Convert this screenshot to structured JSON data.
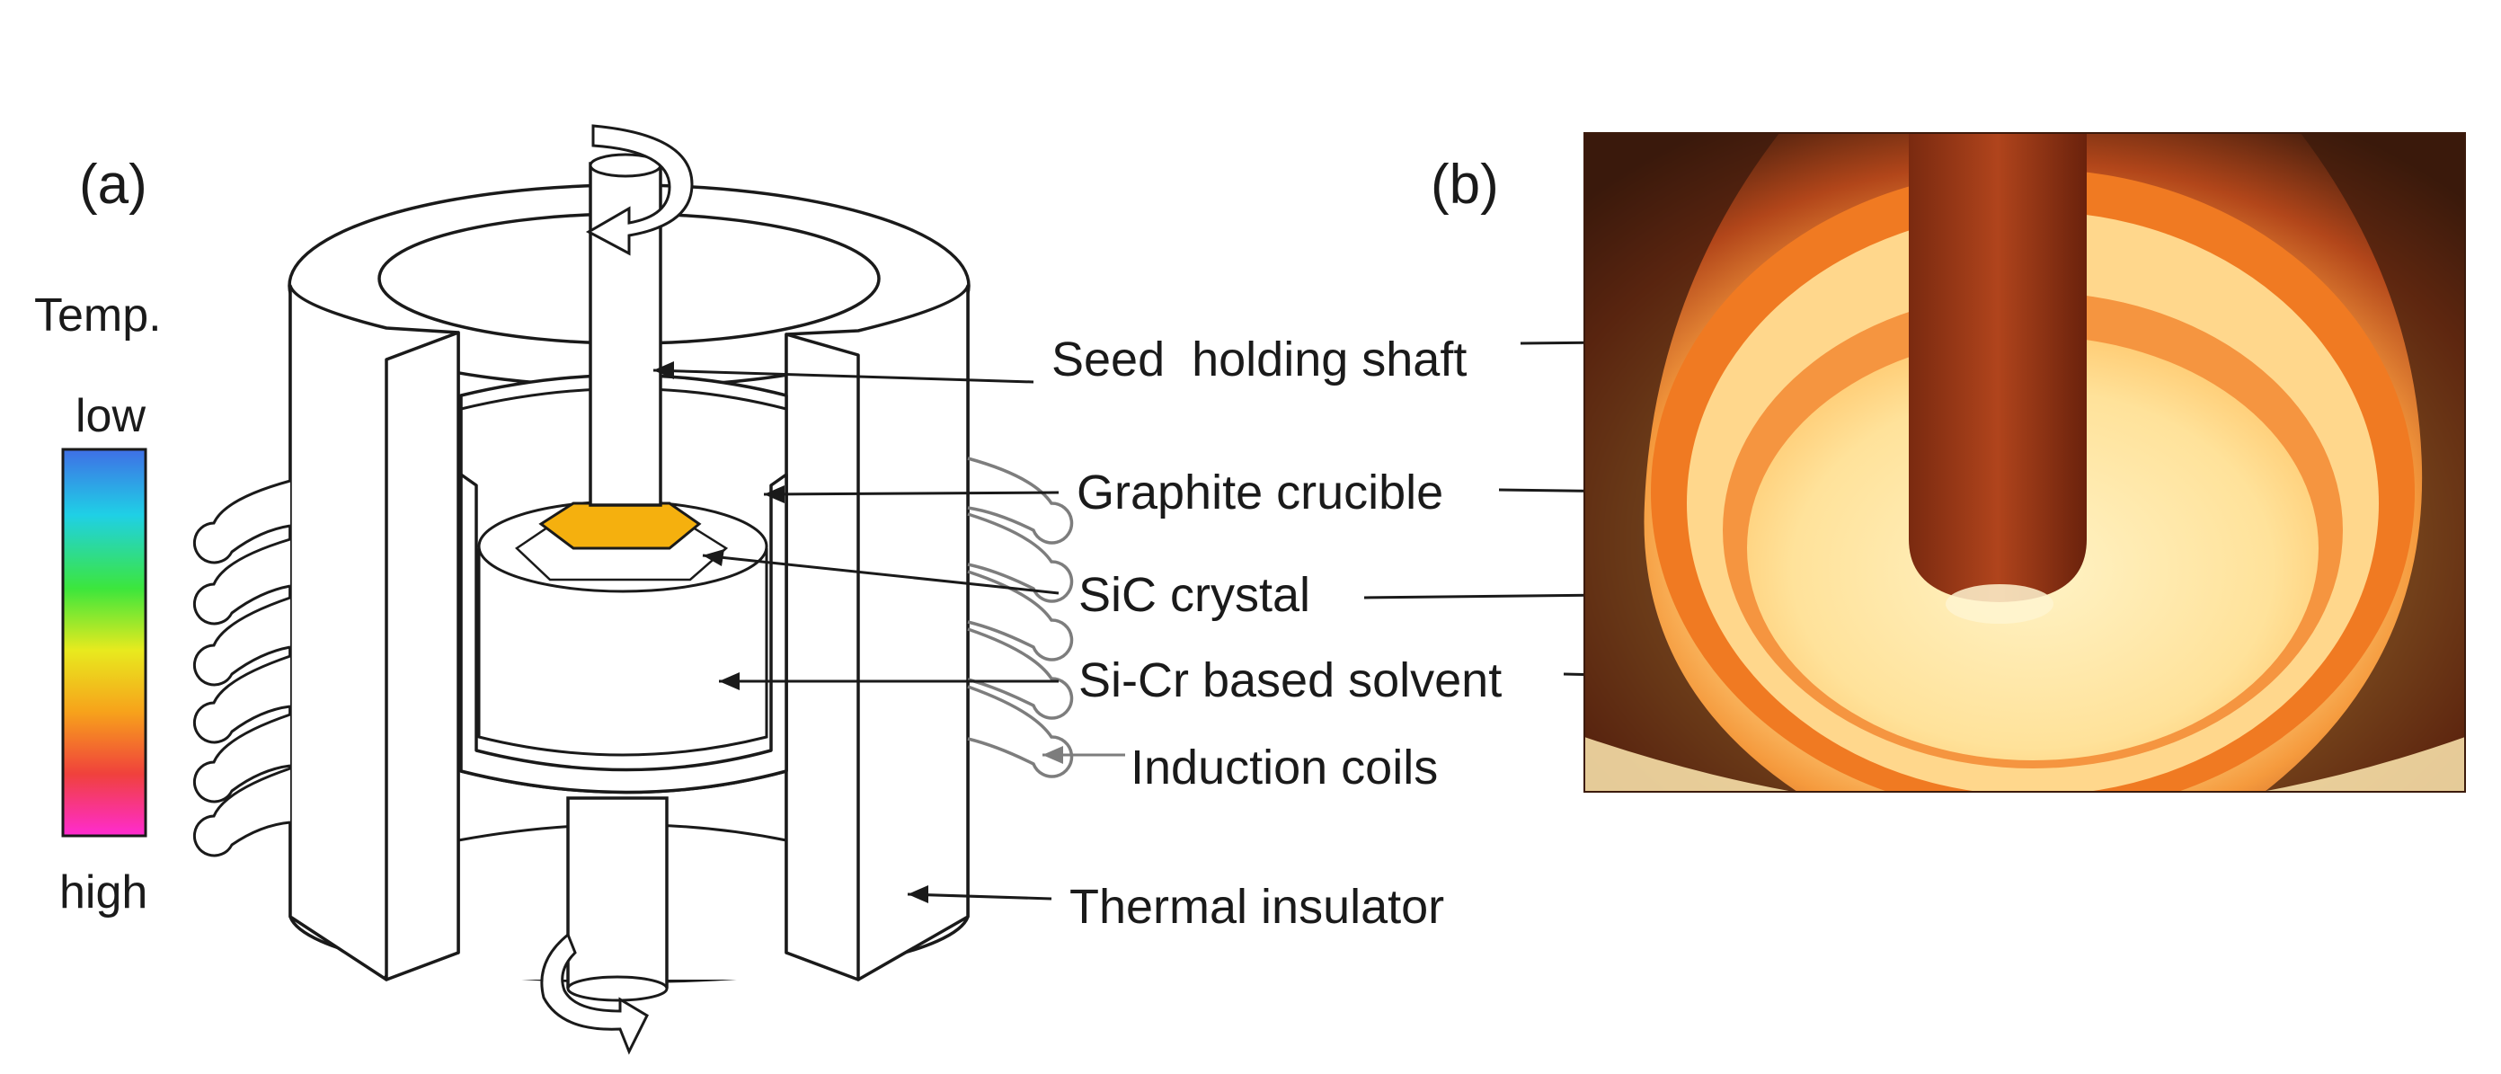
{
  "figure": {
    "panel_a_label": "(a)",
    "panel_b_label": "(b)"
  },
  "temperature_scale": {
    "title": "Temp.",
    "low_label": "low",
    "high_label": "high",
    "gradient_colors": [
      "#3f6fe6",
      "#1fd0e6",
      "#3ce63c",
      "#e8ea1e",
      "#f7a21b",
      "#f0413c",
      "#ff2bd2"
    ]
  },
  "labels": {
    "seed_shaft": "Seed  holding shaft",
    "graphite_crucible": "Graphite crucible",
    "sic_crystal": "SiC crystal",
    "solvent": "Si-Cr based solvent",
    "induction_coils": "Induction coils",
    "thermal_insulator": "Thermal insulator"
  },
  "colors": {
    "sic_crystal": "#f5b00e",
    "photo_dark": "#3b1a0c",
    "photo_orange": "#f07a22",
    "photo_glow": "#fff0b4",
    "coil_grey": "#7d7d7d"
  }
}
